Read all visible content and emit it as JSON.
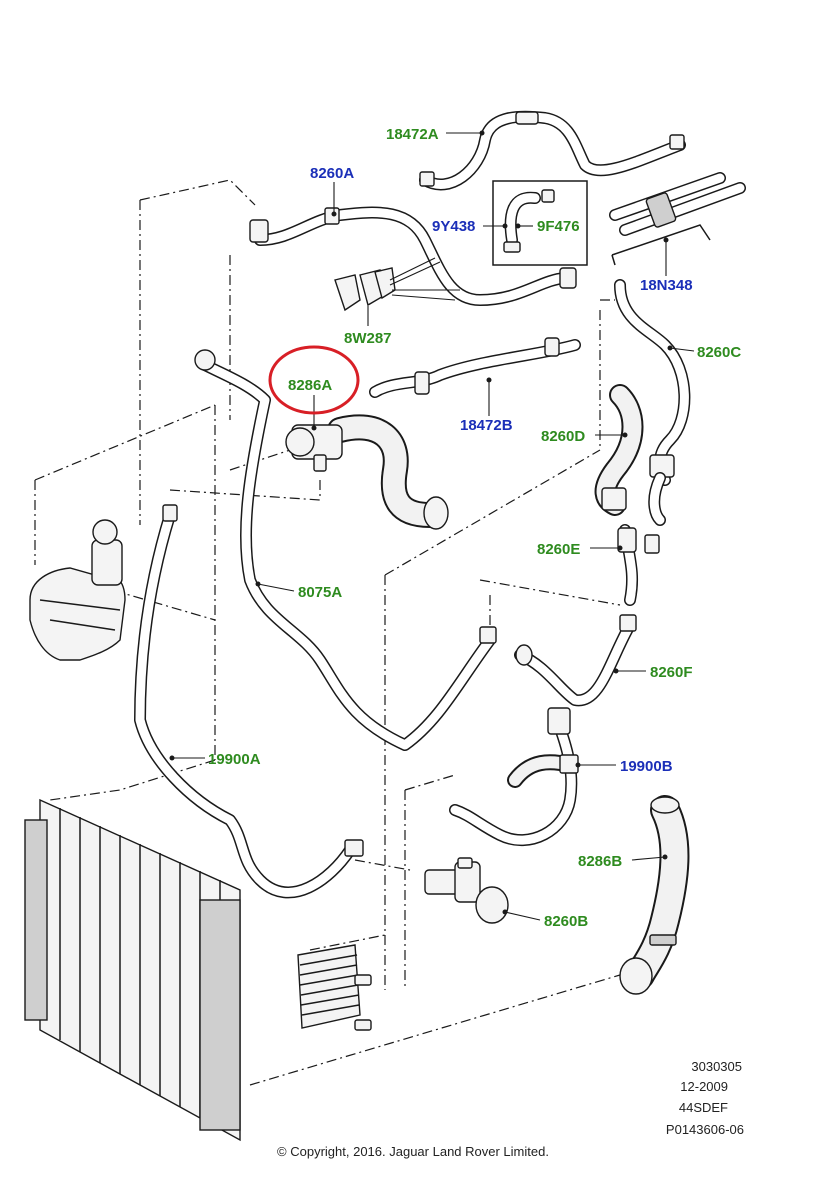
{
  "callouts": {
    "c18472A": {
      "text": "18472A",
      "color": "green"
    },
    "c8260A": {
      "text": "8260A",
      "color": "blue"
    },
    "c9Y438": {
      "text": "9Y438",
      "color": "blue"
    },
    "c9F476": {
      "text": "9F476",
      "color": "green"
    },
    "c18N348": {
      "text": "18N348",
      "color": "blue"
    },
    "c8W287": {
      "text": "8W287",
      "color": "green"
    },
    "c8260C": {
      "text": "8260C",
      "color": "green"
    },
    "c8286A": {
      "text": "8286A",
      "color": "green",
      "highlighted": true
    },
    "c18472B": {
      "text": "18472B",
      "color": "blue"
    },
    "c8260D": {
      "text": "8260D",
      "color": "green"
    },
    "c8260E": {
      "text": "8260E",
      "color": "green"
    },
    "c8075A": {
      "text": "8075A",
      "color": "green"
    },
    "c8260F": {
      "text": "8260F",
      "color": "green"
    },
    "c19900A": {
      "text": "19900A",
      "color": "green"
    },
    "c19900B": {
      "text": "19900B",
      "color": "blue"
    },
    "c8286B": {
      "text": "8286B",
      "color": "green"
    },
    "c8260B": {
      "text": "8260B",
      "color": "green"
    }
  },
  "colors": {
    "green_label": "#2e8b1f",
    "blue_label": "#1b2fb8",
    "highlight_circle": "#d81f26"
  },
  "meta_block": {
    "line1": "3030305",
    "line2": "12-2009",
    "line3": "44SDEF",
    "line4": "P0143606-06"
  },
  "copyright": "© Copyright, 2016. Jaguar Land Rover Limited."
}
